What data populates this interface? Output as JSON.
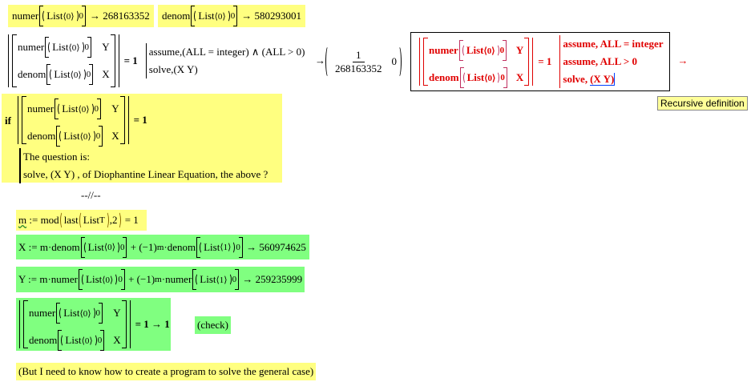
{
  "row1": {
    "numer_fn": "numer",
    "denom_fn": "denom",
    "list": "List",
    "col0": "⟨0⟩",
    "sub0": "0",
    "arrow": "→",
    "numer_result": "268163352",
    "denom_result": "580293001"
  },
  "solve_block": {
    "Y": "Y",
    "X": "X",
    "eq": "= 1",
    "assume_line": "assume,(ALL = integer) ∧ (ALL > 0)",
    "solve_line": "solve,(X  Y)",
    "arrow": "→",
    "result_num": "1",
    "result_den": "268163352",
    "result_second": "0"
  },
  "red_block": {
    "assume1": "assume, ALL = integer",
    "assume2": "assume, ALL > 0",
    "solve_prefix": "solve,",
    "solve_vars": "(X  Y)",
    "arrow": "→",
    "tooltip": "Recursive definition"
  },
  "if_block": {
    "if": "if",
    "eq": "= 1",
    "question1": "The question is:",
    "question2": "solve, (X  Y) , of Diophantine Linear Equation, the above ?"
  },
  "separator": "--//--",
  "m_def": {
    "m": "m",
    "def": ":= mod",
    "last": "last",
    "listT": "List",
    "T": "T",
    "rest": ",2",
    "result": "= 1"
  },
  "x_def": {
    "lhs": "X := m·denom",
    "plus": "+ (−1)",
    "exp": "m",
    "fn2": "·denom",
    "col1": "⟨1⟩",
    "result": "→ 560974625"
  },
  "y_def": {
    "lhs": "Y := m·numer",
    "plus": "+ (−1)",
    "exp": "m",
    "fn2": "·numer",
    "col1": "⟨1⟩",
    "result": "→ 259235999"
  },
  "check_block": {
    "eq": "= 1 → 1",
    "check": "(check)"
  },
  "footer_note": "(But I need to know how to create a program to solve the general case)"
}
